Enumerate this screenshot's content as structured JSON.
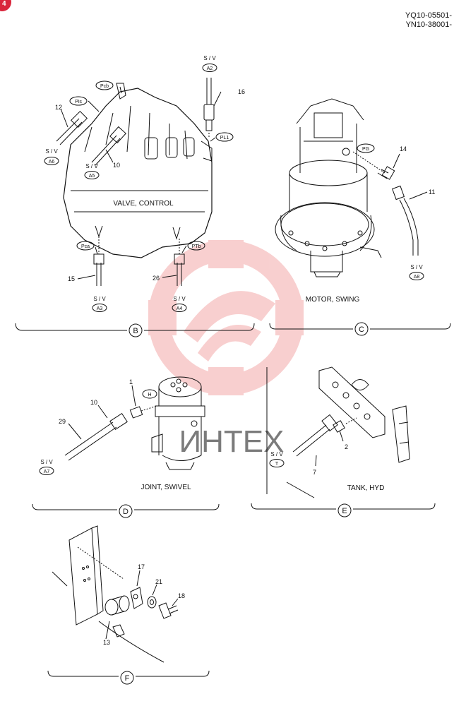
{
  "doc_codes": [
    "YQ10-05501-",
    "YN10-38001-"
  ],
  "corner_badge": "4",
  "watermark_text": "ИНТЕХ",
  "colors": {
    "watermark": "#f3a9a9",
    "badge": "#d9263c",
    "ink": "#111111"
  },
  "sections": {
    "B": {
      "letter": "B",
      "title": "VALVE, CONTROL"
    },
    "C": {
      "letter": "C",
      "title": "MOTOR, SWING"
    },
    "D": {
      "letter": "D",
      "title": "JOINT, SWIVEL"
    },
    "E": {
      "letter": "E",
      "title": "TANK, HYD"
    },
    "F": {
      "letter": "F",
      "title": ""
    }
  },
  "sv_labels": {
    "sv": "S / V",
    "A2": "A2",
    "A3": "A3",
    "A4": "A4",
    "A5": "A5",
    "A6": "A6",
    "A7": "A7",
    "A8": "A8",
    "T": "T"
  },
  "ports": {
    "Pis": "Pis",
    "Pcb": "Pcb",
    "PL1": "PL1",
    "Pca": "Pca",
    "PTb": "PTb",
    "PG": "PG",
    "H": "H"
  },
  "part_numbers": {
    "p12": "12",
    "p10b": "10",
    "p16": "16",
    "p15": "15",
    "p26": "26",
    "p14": "14",
    "p11": "11",
    "p1": "1",
    "p10d": "10",
    "p29": "29",
    "p2": "2",
    "p7": "7",
    "p17": "17",
    "p21": "21",
    "p18": "18",
    "p13": "13"
  }
}
